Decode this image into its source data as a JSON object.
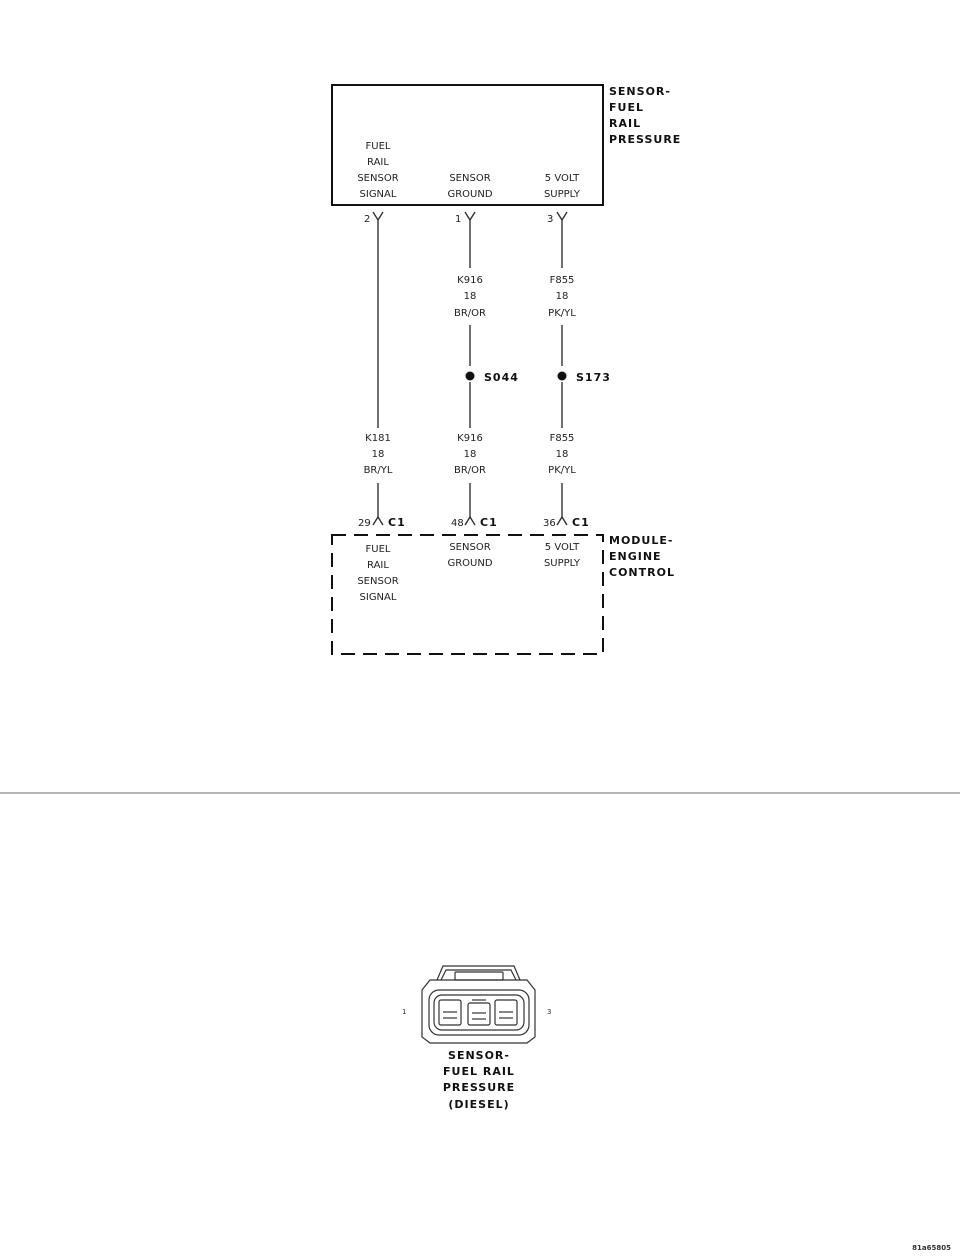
{
  "sensor_box": {
    "title_lines": [
      "SENSOR-",
      "FUEL",
      "RAIL",
      "PRESSURE"
    ],
    "pins": [
      {
        "lines": [
          "FUEL",
          "RAIL",
          "SENSOR",
          "SIGNAL"
        ],
        "number": "2"
      },
      {
        "lines": [
          "SENSOR",
          "GROUND"
        ],
        "number": "1"
      },
      {
        "lines": [
          "5 VOLT",
          "SUPPLY"
        ],
        "number": "3"
      }
    ]
  },
  "upper_wires": [
    {
      "lines": [
        "K916",
        "18",
        "BR/OR"
      ]
    },
    {
      "lines": [
        "F855",
        "18",
        "PK/YL"
      ]
    }
  ],
  "splices": [
    {
      "label": "S044"
    },
    {
      "label": "S173"
    }
  ],
  "lower_wires": [
    {
      "lines": [
        "K181",
        "18",
        "BR/YL"
      ]
    },
    {
      "lines": [
        "K916",
        "18",
        "BR/OR"
      ]
    },
    {
      "lines": [
        "F855",
        "18",
        "PK/YL"
      ]
    }
  ],
  "module_box": {
    "title_lines": [
      "MODULE-",
      "ENGINE",
      "CONTROL"
    ],
    "connector": "C1",
    "pins": [
      {
        "number": "29",
        "lines": [
          "FUEL",
          "RAIL",
          "SENSOR",
          "SIGNAL"
        ]
      },
      {
        "number": "48",
        "lines": [
          "SENSOR",
          "GROUND"
        ]
      },
      {
        "number": "36",
        "lines": [
          "5 VOLT",
          "SUPPLY"
        ]
      }
    ]
  },
  "connector_view": {
    "pin_left": "1",
    "pin_right": "3",
    "caption_lines": [
      "SENSOR-",
      "FUEL RAIL",
      "PRESSURE",
      "(DIESEL)"
    ]
  },
  "figure_id": "81a65805"
}
